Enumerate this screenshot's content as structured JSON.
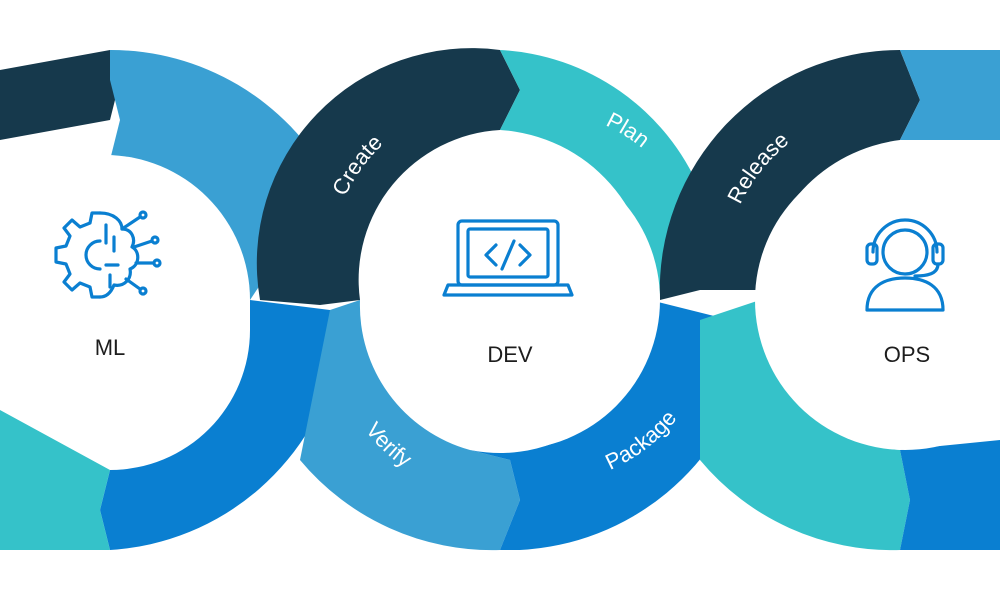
{
  "colors": {
    "navy": "#16394c",
    "teal": "#35c2c9",
    "sky": "#3aa0d3",
    "blue": "#0a7fd1",
    "hub": "#ffffff",
    "icon": "#0a7fd1"
  },
  "hubs": {
    "ml": {
      "label": "ML",
      "icon": "gear-brain-icon"
    },
    "dev": {
      "label": "DEV",
      "icon": "laptop-code-icon"
    },
    "ops": {
      "label": "OPS",
      "icon": "headset-user-icon"
    }
  },
  "segments": {
    "create": "Create",
    "plan": "Plan",
    "verify": "Verify",
    "package": "Package",
    "release": "Release"
  }
}
